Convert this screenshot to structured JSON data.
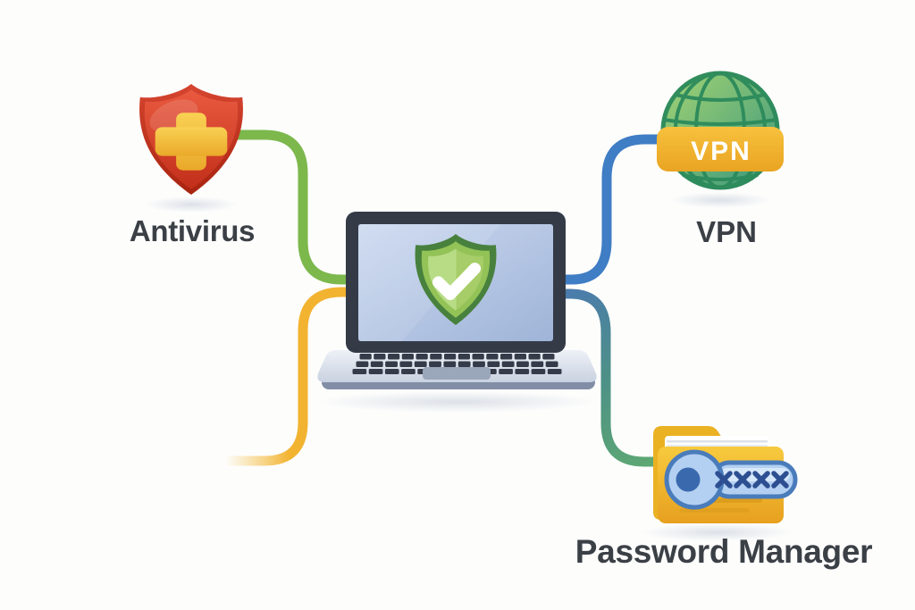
{
  "diagram": {
    "type": "security-concept-illustration",
    "nodes": {
      "antivirus": {
        "label": "Antivirus",
        "icon": "antivirus-shield-cross-icon"
      },
      "vpn": {
        "label": "VPN",
        "banner_text": "VPN",
        "icon": "vpn-globe-icon"
      },
      "laptop": {
        "icon": "protected-laptop-shield-check-icon"
      },
      "password_manager": {
        "label": "Password Manager",
        "icon": "password-folder-key-icon",
        "masked_password_length": 4
      }
    },
    "connectors": [
      {
        "from": "antivirus",
        "to": "laptop",
        "color": "#7cb84c"
      },
      {
        "from": "laptop",
        "to": "offscreen-bottom-left",
        "color": "#f2b331"
      },
      {
        "from": "laptop",
        "to": "vpn",
        "color": "#3f7dc4"
      },
      {
        "from": "laptop",
        "to": "password_manager",
        "color_start": "#4b7cab",
        "color_mid": "#4e9186",
        "color_end": "#5ea873"
      }
    ],
    "colors": {
      "background": "#fdfdfc",
      "label_text": "#3b4046",
      "connector_yellow_light": "#f6c24a",
      "shield_red": "#d64530",
      "shield_red_dark": "#a8240f",
      "shield_red_inner_light": "#e95a40",
      "shield_red_inner_dark": "#c22f1a",
      "cross_yellow_light": "#f9d153",
      "cross_yellow_dark": "#eaa92a",
      "globe_light": "#a6d573",
      "globe_dark": "#37957d",
      "globe_grid": "#2c8a5b",
      "banner_light": "#f7c13d",
      "banner_dark": "#e9a422",
      "banner_text_color": "#ffffff",
      "laptop_bezel": "#343b47",
      "screen_light": "#ccd9f0",
      "screen_dark": "#9fb4d8",
      "screen_shield_outer": "#47813d",
      "screen_shield_mid": "#93c257",
      "screen_shield_inner_light": "#b8dc85",
      "screen_shield_inner_dark": "#a6cd68",
      "checkmark": "#ffffff",
      "laptop_base_light": "#eef1f7",
      "laptop_base_dark": "#c9d2e0",
      "laptop_rim": "#828da6",
      "laptop_key": "#353b48",
      "trackpad": "#9aa6ba",
      "folder_back": "#eab122",
      "folder_front_light": "#f7ca3e",
      "folder_front_dark": "#e7a01f",
      "folder_line": "#d89a1a",
      "paper": "#ffffff",
      "key_blue_fill": "#b3d0f2",
      "key_blue_border": "#4a7cbb",
      "key_blue_dark": "#3a69ae",
      "password_dot": "#2d4f92"
    }
  }
}
